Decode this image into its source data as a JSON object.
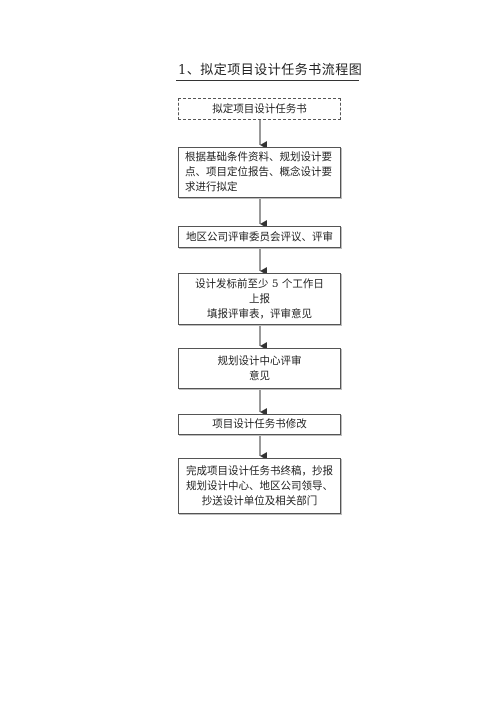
{
  "title": "1、拟定项目设计任务书流程图",
  "steps": [
    "拟定项目设计任务书",
    "根据基础条件资料、规划设计要\n点、项目定位报告、概念设计要\n求进行拟定",
    "地区公司评审委员会评议、评审",
    "设计发标前至少 5 个工作日\n上报\n填报评审表，评审意见",
    "规划设计中心评审\n意见",
    "项目设计任务书修改",
    "完成项目设计任务书终稿，抄报\n规划设计中心、地区公司领导、\n抄送设计单位及相关部门"
  ]
}
